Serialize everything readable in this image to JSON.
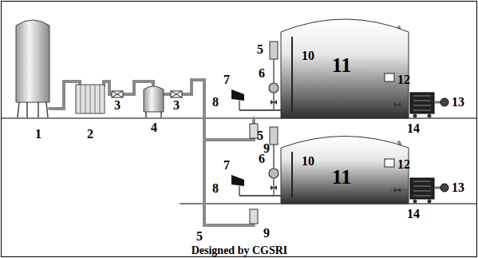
{
  "diagram": {
    "labels": [
      "1",
      "2",
      "3",
      "4",
      "3",
      "8",
      "7",
      "5",
      "6",
      "10",
      "11",
      "12",
      "13",
      "14",
      "9",
      "5",
      "6",
      "10",
      "11",
      "12",
      "8",
      "7",
      "13",
      "14",
      "9",
      "5",
      "Designed by CGSRI"
    ]
  }
}
